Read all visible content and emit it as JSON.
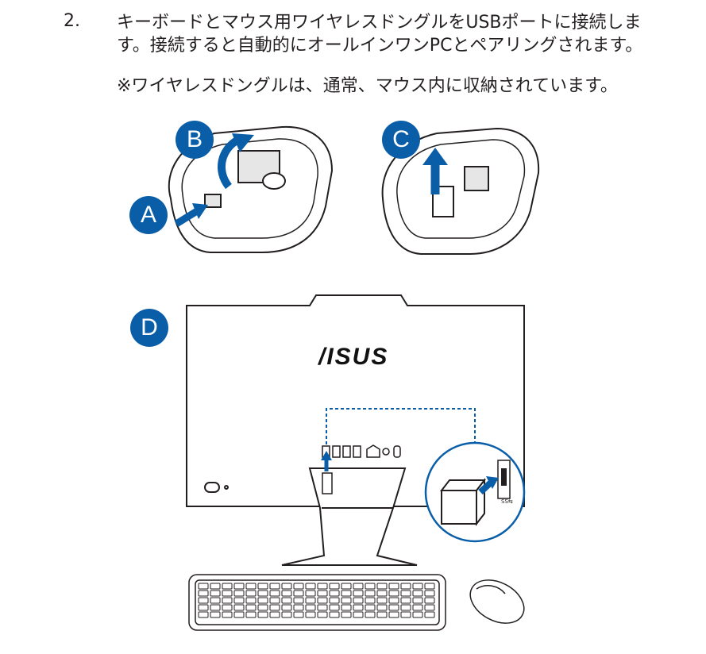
{
  "step": {
    "number": "2.",
    "text": "キーボードとマウス用ワイヤレスドングルをUSBポートに接続します。接続すると自動的にオールインワンPCとペアリングされます。",
    "note": "※ワイヤレスドングルは、通常、マウス内に収納されています。"
  },
  "labels": {
    "a": "A",
    "b": "B",
    "c": "C",
    "d": "D"
  },
  "brand": "/ISUS",
  "port_label": "SS⇆",
  "colors": {
    "badge": "#0a5ea8",
    "arrow": "#0a5ea8",
    "line": "#231f20"
  }
}
